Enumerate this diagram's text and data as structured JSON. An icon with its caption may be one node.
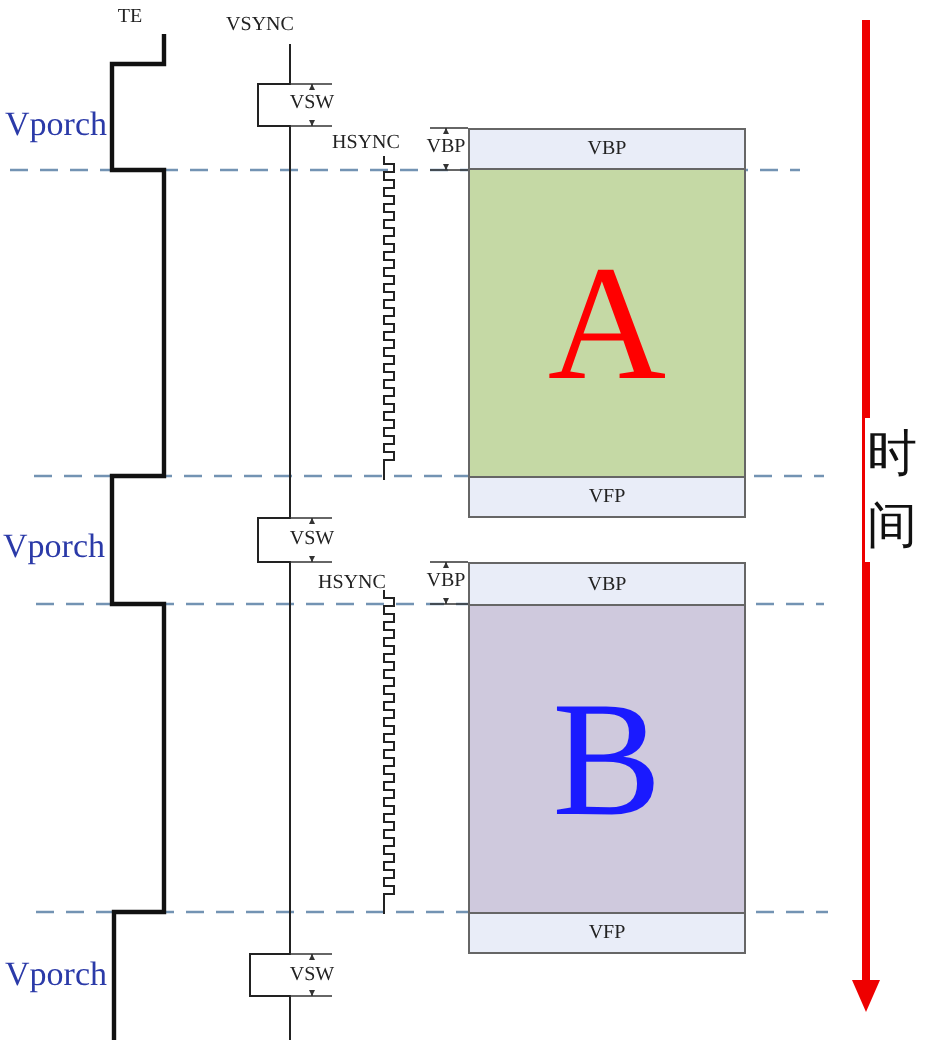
{
  "diagram": {
    "nodes": [
      {
        "text": [
          "VBP"
        ]
      },
      {
        "text": [
          "A"
        ]
      },
      {
        "text": [
          "VFP"
        ]
      },
      {
        "text": [
          "VBP"
        ]
      },
      {
        "text": [
          "B"
        ]
      },
      {
        "text": [
          "VFP"
        ]
      }
    ],
    "labels": [
      "TE",
      "VSYNC",
      "VSW",
      "Vporch",
      "HSYNC",
      "VBP",
      "时间",
      "VSW",
      "Vporch",
      "HSYNC",
      "VBP",
      "Vporch",
      "VSW"
    ]
  }
}
